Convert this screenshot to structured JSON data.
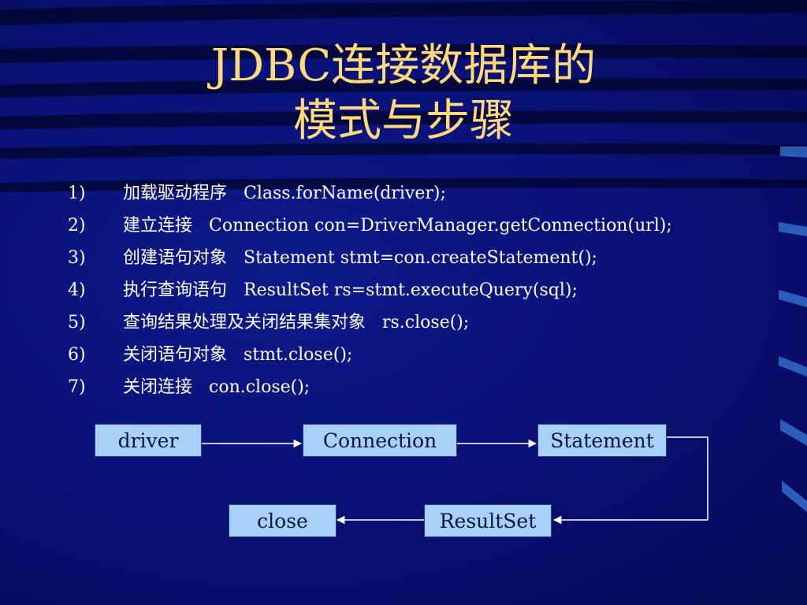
{
  "title": {
    "line1": "JDBC连接数据库的",
    "line2": "模式与步骤"
  },
  "steps": [
    {
      "num": "1)",
      "label": "加载驱动程序",
      "code": "Class.forName(driver);"
    },
    {
      "num": "2)",
      "label": "建立连接",
      "code": "Connection con=DriverManager.getConnection(url);"
    },
    {
      "num": "3)",
      "label": "创建语句对象",
      "code": "Statement stmt=con.createStatement();"
    },
    {
      "num": "4)",
      "label": "执行查询语句",
      "code": "ResultSet rs=stmt.executeQuery(sql);"
    },
    {
      "num": "5)",
      "label": "查询结果处理及关闭结果集对象",
      "code": "rs.close();"
    },
    {
      "num": "6)",
      "label": "关闭语句对象",
      "code": "stmt.close();"
    },
    {
      "num": "7)",
      "label": "关闭连接",
      "code": "con.close();"
    }
  ],
  "flow": {
    "nodes": [
      "driver",
      "Connection",
      "Statement",
      "ResultSet",
      "close"
    ]
  },
  "colors": {
    "title": "#ffd97a",
    "box_fill": "#a8d0f8",
    "background": "#0a127a"
  }
}
